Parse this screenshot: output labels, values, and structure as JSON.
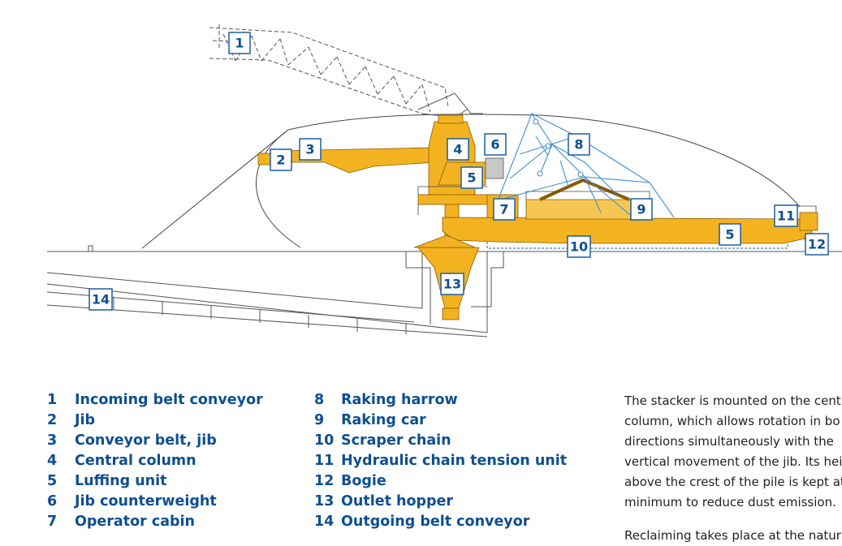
{
  "diagram": {
    "labels": [
      "1",
      "2",
      "3",
      "4",
      "5",
      "6",
      "7",
      "8",
      "9",
      "10",
      "11",
      "12",
      "13",
      "14"
    ]
  },
  "colors": {
    "machine_yellow": "#f3b320",
    "label_blue": "#0e4f91",
    "harrow_blue": "#3d8fd6"
  },
  "legend": {
    "left": [
      {
        "num": "1",
        "text": "Incoming belt conveyor"
      },
      {
        "num": "2",
        "text": "Jib"
      },
      {
        "num": "3",
        "text": "Conveyor belt, jib"
      },
      {
        "num": "4",
        "text": "Central column"
      },
      {
        "num": "5",
        "text": "Luffing unit"
      },
      {
        "num": "6",
        "text": "Jib counterweight"
      },
      {
        "num": "7",
        "text": "Operator cabin"
      }
    ],
    "right": [
      {
        "num": "8",
        "text": "Raking harrow"
      },
      {
        "num": "9",
        "text": "Raking car"
      },
      {
        "num": "10",
        "text": "Scraper chain"
      },
      {
        "num": "11",
        "text": "Hydraulic chain tension unit"
      },
      {
        "num": "12",
        "text": "Bogie"
      },
      {
        "num": "13",
        "text": "Outlet hopper"
      },
      {
        "num": "14",
        "text": "Outgoing belt conveyor"
      }
    ]
  },
  "description": {
    "lines": [
      "The stacker is mounted on the centr",
      "column, which allows rotation in bo",
      "directions simultaneously with the",
      "vertical movement of the jib. Its heig",
      "above the crest of the pile is kept at",
      "minimum to reduce dust emission."
    ],
    "para2": "Reclaiming takes place at the natura"
  }
}
